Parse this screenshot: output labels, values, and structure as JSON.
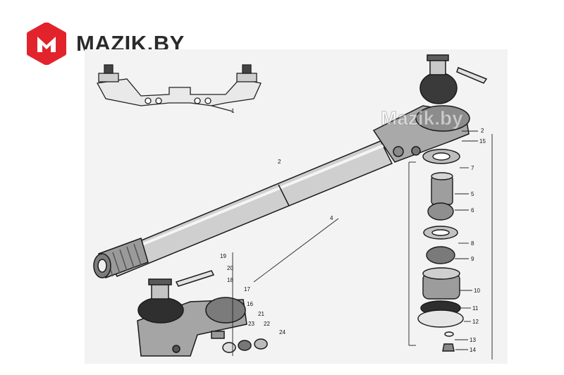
{
  "brand": {
    "logo_text": "MAZIK.BY",
    "logo_letter": "M",
    "logo_color": "#e3232c",
    "watermark": "Mazik.by"
  },
  "callouts": [
    "1",
    "2",
    "2",
    "15",
    "7",
    "5",
    "6",
    "8",
    "9",
    "10",
    "11",
    "12",
    "13",
    "14",
    "4",
    "19",
    "20",
    "18",
    "17",
    "16",
    "21",
    "23",
    "22",
    "24"
  ]
}
